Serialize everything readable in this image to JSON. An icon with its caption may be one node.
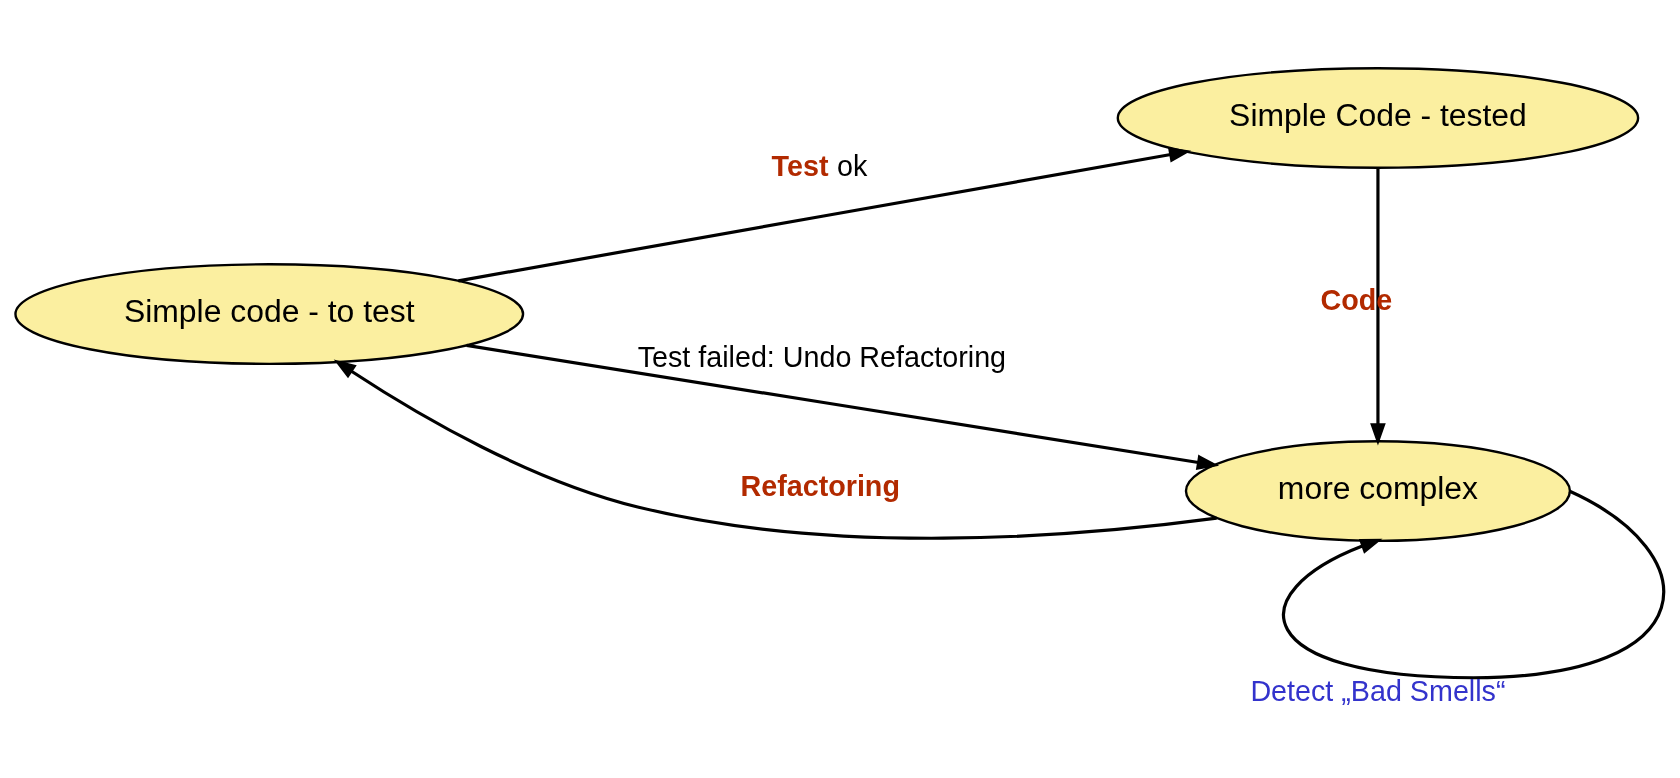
{
  "diagram": {
    "nodes": [
      {
        "text": [
          "Simple code - to test"
        ]
      },
      {
        "text": [
          "Simple Code - tested"
        ]
      },
      {
        "text": [
          "more complex"
        ]
      }
    ],
    "edges": [
      {
        "from": 0,
        "to": 1,
        "arrow": "to",
        "label": "**Test** ok"
      },
      {
        "from": 1,
        "to": 2,
        "arrow": "to",
        "label": "Code"
      },
      {
        "from": 2,
        "to": 0,
        "arrow": "to",
        "label": "Refactoring"
      },
      {
        "from": 0,
        "to": 2,
        "arrow": "to",
        "label": "Test failed: Undo Refactoring"
      },
      {
        "from": 2,
        "to": 2,
        "arrow": "to",
        "label": "Detect „Bad Smells“"
      }
    ]
  }
}
